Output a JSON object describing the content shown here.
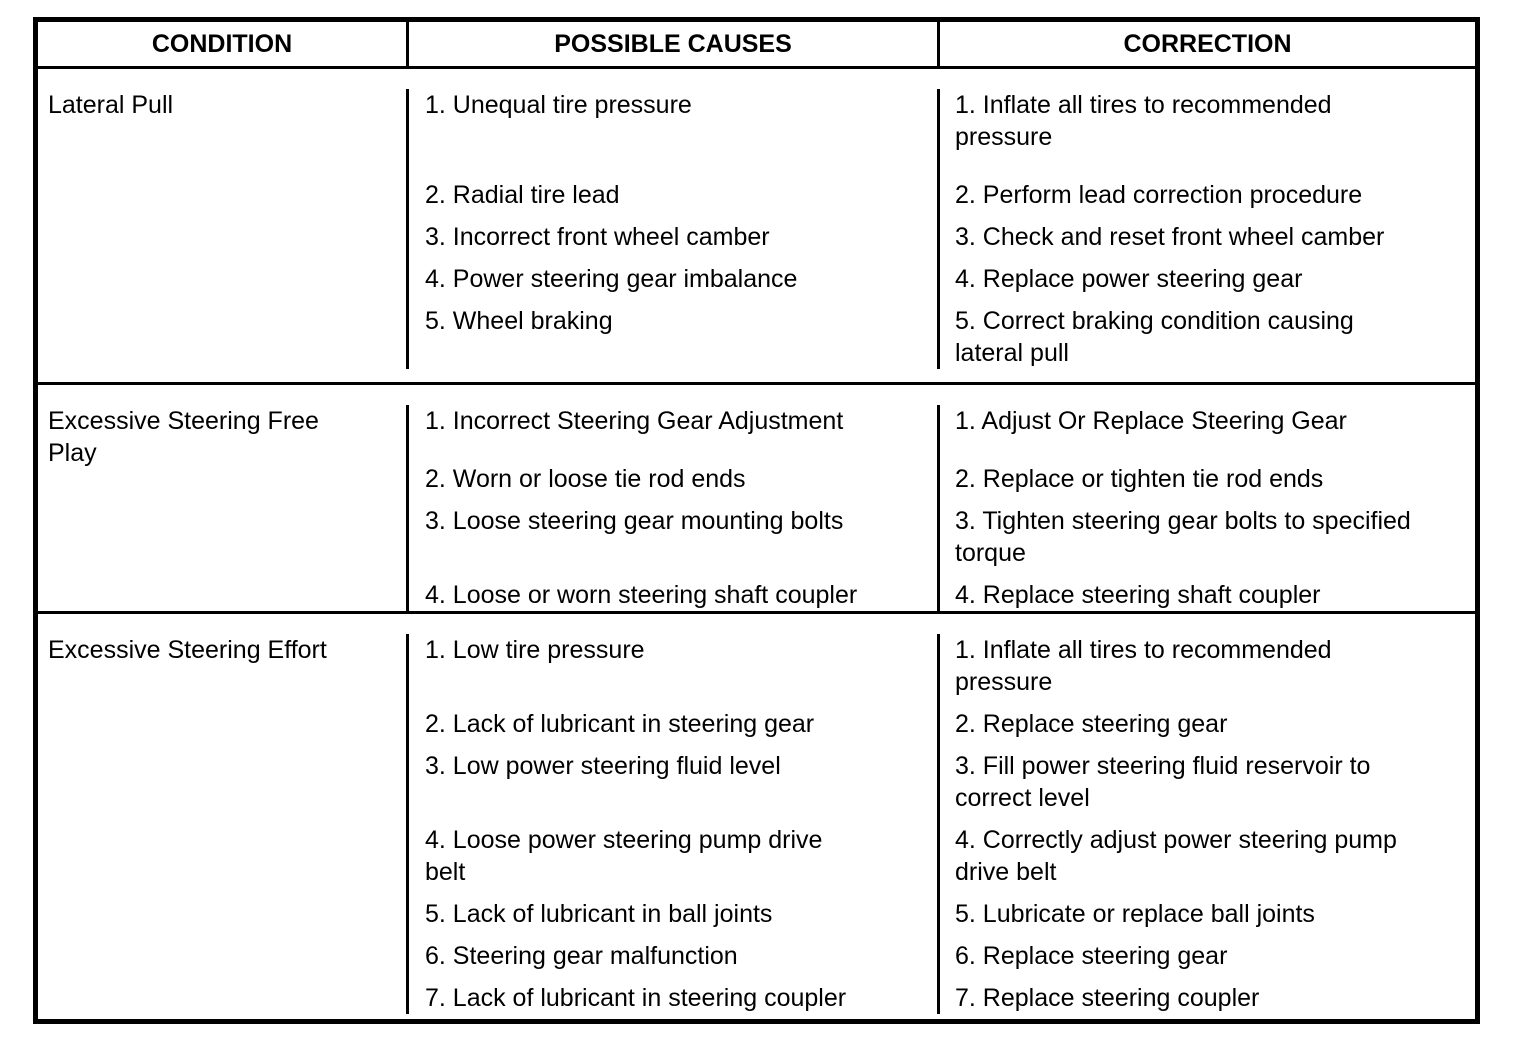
{
  "table": {
    "columns": [
      "CONDITION",
      "POSSIBLE CAUSES",
      "CORRECTION"
    ],
    "rows": [
      {
        "condition": "Lateral Pull",
        "items": [
          {
            "cause": "1. Unequal tire pressure",
            "correction": "1. Inflate all tires to recommended\npressure"
          },
          {
            "cause": "2. Radial tire lead",
            "correction": "2. Perform lead correction procedure"
          },
          {
            "cause": "3. Incorrect front wheel camber",
            "correction": "3. Check and reset front wheel camber"
          },
          {
            "cause": "4. Power steering gear imbalance",
            "correction": "4. Replace power steering gear"
          },
          {
            "cause": "5. Wheel braking",
            "correction": "5. Correct braking condition causing\nlateral pull"
          }
        ]
      },
      {
        "condition": "Excessive Steering Free\nPlay",
        "items": [
          {
            "cause": "1. Incorrect Steering Gear Adjustment",
            "correction": "1. Adjust Or Replace Steering Gear"
          },
          {
            "cause": "2. Worn or loose tie rod ends",
            "correction": "2. Replace or tighten tie rod ends"
          },
          {
            "cause": "3. Loose steering gear mounting bolts",
            "correction": "3. Tighten steering gear bolts to specified\ntorque"
          },
          {
            "cause": "4. Loose or worn steering shaft coupler",
            "correction": "4. Replace steering shaft coupler"
          }
        ]
      },
      {
        "condition": "Excessive Steering Effort",
        "items": [
          {
            "cause": "1. Low tire pressure",
            "correction": "1. Inflate all tires to recommended\npressure"
          },
          {
            "cause": "2. Lack of lubricant in steering gear",
            "correction": "2. Replace steering gear"
          },
          {
            "cause": "3. Low power steering fluid level",
            "correction": "3. Fill power steering fluid reservoir to\ncorrect level"
          },
          {
            "cause": "4. Loose power steering pump drive\nbelt",
            "correction": "4. Correctly adjust power steering pump\ndrive belt"
          },
          {
            "cause": "5. Lack of lubricant in ball joints",
            "correction": "5. Lubricate or replace ball joints"
          },
          {
            "cause": "6. Steering gear malfunction",
            "correction": "6. Replace steering gear"
          },
          {
            "cause": "7. Lack of lubricant in steering coupler",
            "correction": "7. Replace steering coupler"
          }
        ]
      }
    ]
  }
}
